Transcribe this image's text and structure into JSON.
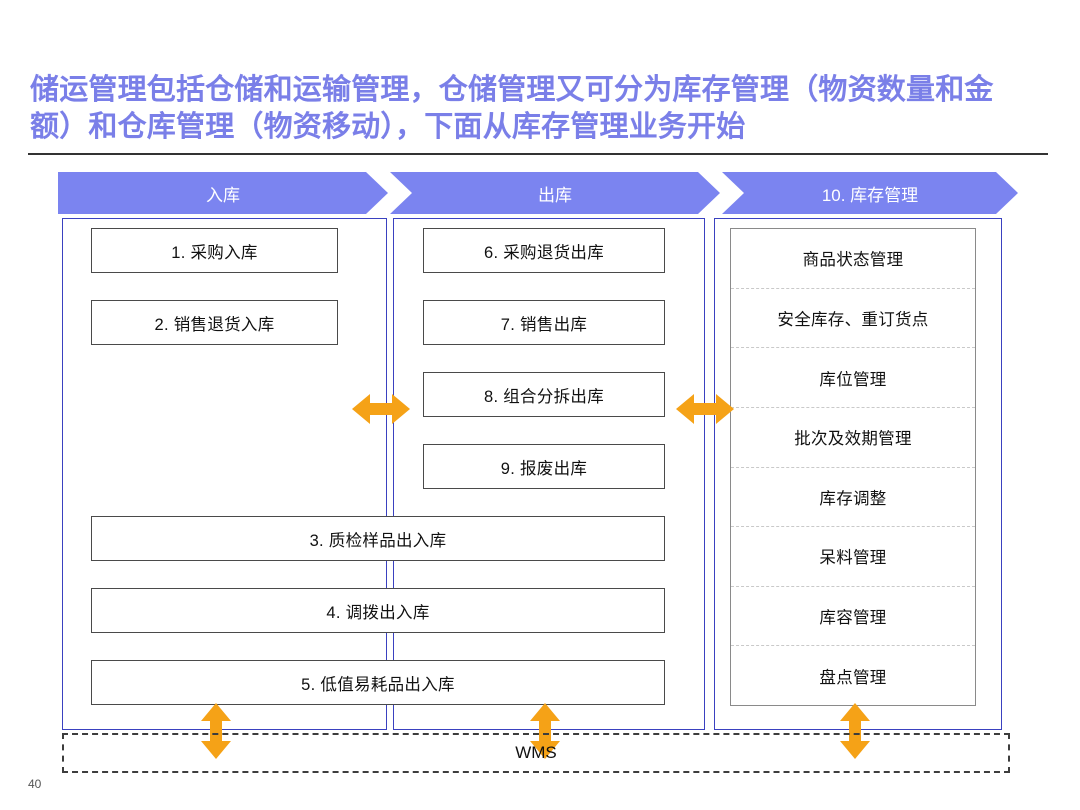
{
  "slide": {
    "title": "储运管理包括仓储和运输管理，仓储管理又可分为库存管理（物资数量和金额）和仓库管理（物资移动），下面从库存管理业务开始",
    "page_number": "40",
    "title_color": "#7a7fe8",
    "header_color": "#7b84f0",
    "accent_color": "#f5a217",
    "panel_border_color": "#3a41c0"
  },
  "headers": [
    {
      "label": "入库"
    },
    {
      "label": "出库"
    },
    {
      "label": "10. 库存管理"
    }
  ],
  "inbound_boxes": [
    {
      "label": "1. 采购入库"
    },
    {
      "label": "2. 销售退货入库"
    }
  ],
  "outbound_boxes": [
    {
      "label": "6. 采购退货出库"
    },
    {
      "label": "7. 销售出库"
    },
    {
      "label": "8. 组合分拆出库"
    },
    {
      "label": "9. 报废出库"
    }
  ],
  "span_boxes": [
    {
      "label": "3. 质检样品出入库"
    },
    {
      "label": "4. 调拨出入库"
    },
    {
      "label": "5. 低值易耗品出入库"
    }
  ],
  "inventory_items": [
    {
      "label": "商品状态管理"
    },
    {
      "label": "安全库存、重订货点"
    },
    {
      "label": "库位管理"
    },
    {
      "label": "批次及效期管理"
    },
    {
      "label": "库存调整"
    },
    {
      "label": "呆料管理"
    },
    {
      "label": "库容管理"
    },
    {
      "label": "盘点管理"
    }
  ],
  "footer": {
    "wms_label": "WMS"
  },
  "arrows": {
    "horizontal_1": "bidirectional-arrow",
    "horizontal_2": "bidirectional-arrow",
    "vertical_1": "bidirectional-arrow",
    "vertical_2": "bidirectional-arrow",
    "vertical_3": "bidirectional-arrow"
  }
}
